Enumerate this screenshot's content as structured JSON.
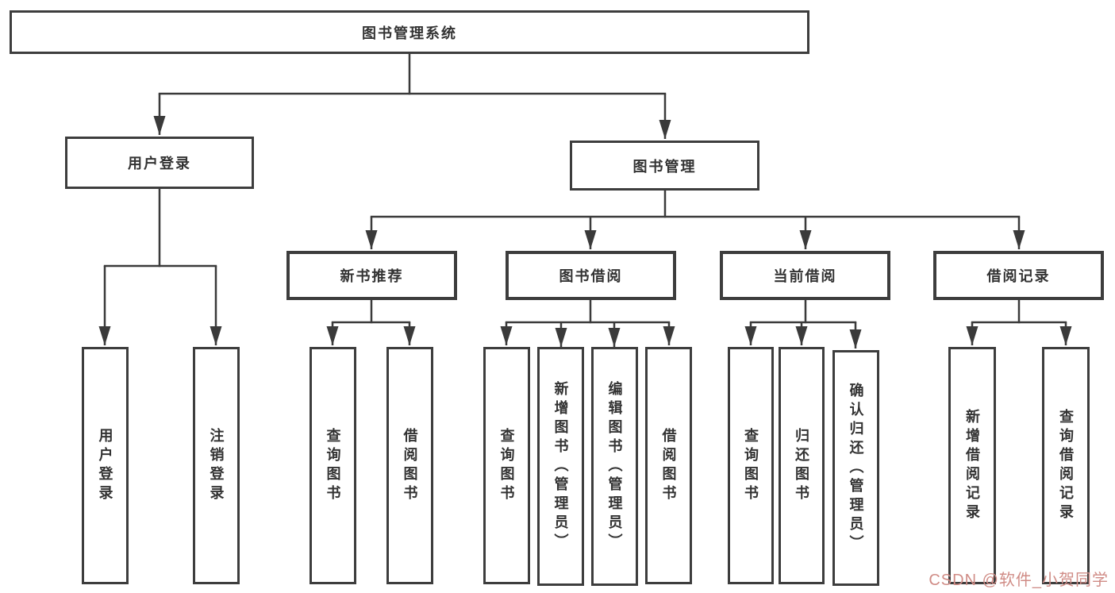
{
  "diagram_type": "function-structure-tree",
  "tree": {
    "root": {
      "label": "图书管理系统",
      "children": [
        {
          "label": "用户登录",
          "children": [
            {
              "label": "用户登录"
            },
            {
              "label": "注销登录"
            }
          ]
        },
        {
          "label": "图书管理",
          "children": [
            {
              "label": "新书推荐",
              "children": [
                {
                  "label": "查询图书"
                },
                {
                  "label": "借阅图书"
                }
              ]
            },
            {
              "label": "图书借阅",
              "children": [
                {
                  "label": "查询图书"
                },
                {
                  "label": "新增图书（管理员）"
                },
                {
                  "label": "编辑图书（管理员）"
                },
                {
                  "label": "借阅图书"
                }
              ]
            },
            {
              "label": "当前借阅",
              "children": [
                {
                  "label": "查询图书"
                },
                {
                  "label": "归还图书"
                },
                {
                  "label": "确认归还（管理员）"
                }
              ]
            },
            {
              "label": "借阅记录",
              "children": [
                {
                  "label": "新增借阅记录"
                },
                {
                  "label": "查询借阅记录"
                }
              ]
            }
          ]
        }
      ]
    }
  },
  "watermark": {
    "text": "CSDN @软件_小贺同学",
    "color": "#d08c86"
  },
  "colors": {
    "line": "#3a3a3a",
    "box_border": "#3d3d3d",
    "text": "#333333",
    "background": "#ffffff"
  }
}
